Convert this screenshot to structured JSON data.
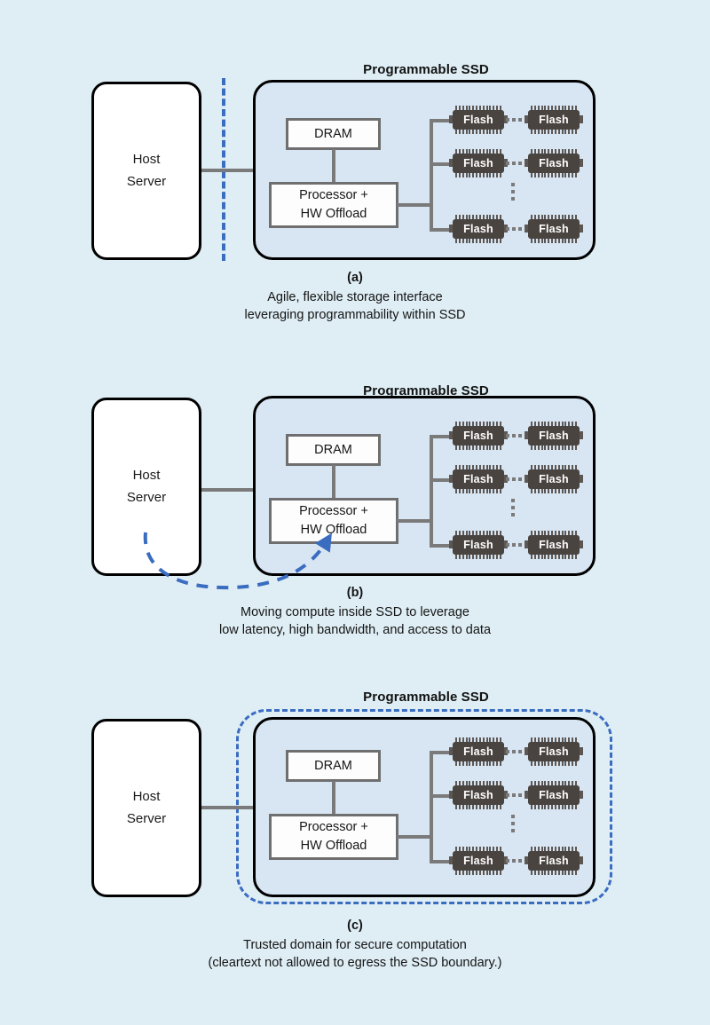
{
  "background_color": "#dfeef5",
  "accent_color": "#3a6cc0",
  "ssd_fill_color": "#d8e6f4",
  "chip_color": "#4a4441",
  "wire_color": "#7a7a7a",
  "common": {
    "ssd_title": "Programmable SSD",
    "host_line1": "Host",
    "host_line2": "Server",
    "dram_label": "DRAM",
    "processor_line1": "Processor +",
    "processor_line2": "HW Offload",
    "flash_label": "Flash",
    "hdots": "…",
    "vdots": "⋮"
  },
  "panels": [
    {
      "id": "a",
      "tag": "(a)",
      "caption_line1": "Agile, flexible storage interface",
      "caption_line2": "leveraging programmability within SSD",
      "has_interface_divider": true,
      "has_compute_arrow": false,
      "has_trusted_boundary": false,
      "flash_rows": [
        {
          "left": "Flash",
          "dots": "…",
          "right": "Flash"
        },
        {
          "left": "Flash",
          "dots": "…",
          "right": "Flash"
        },
        {
          "left": "Flash",
          "dots": "…",
          "right": "Flash"
        }
      ]
    },
    {
      "id": "b",
      "tag": "(b)",
      "caption_line1": "Moving compute inside SSD to leverage",
      "caption_line2": "low latency, high bandwidth, and access to data",
      "has_interface_divider": false,
      "has_compute_arrow": true,
      "has_trusted_boundary": false,
      "flash_rows": [
        {
          "left": "Flash",
          "dots": "…",
          "right": "Flash"
        },
        {
          "left": "Flash",
          "dots": "…",
          "right": "Flash"
        },
        {
          "left": "Flash",
          "dots": "…",
          "right": "Flash"
        }
      ]
    },
    {
      "id": "c",
      "tag": "(c)",
      "caption_line1": "Trusted domain for secure computation",
      "caption_line2": "(cleartext not allowed to egress the SSD boundary.)",
      "has_interface_divider": false,
      "has_compute_arrow": false,
      "has_trusted_boundary": true,
      "flash_rows": [
        {
          "left": "Flash",
          "dots": "…",
          "right": "Flash"
        },
        {
          "left": "Flash",
          "dots": "…",
          "right": "Flash"
        },
        {
          "left": "Flash",
          "dots": "…",
          "right": "Flash"
        }
      ]
    }
  ]
}
